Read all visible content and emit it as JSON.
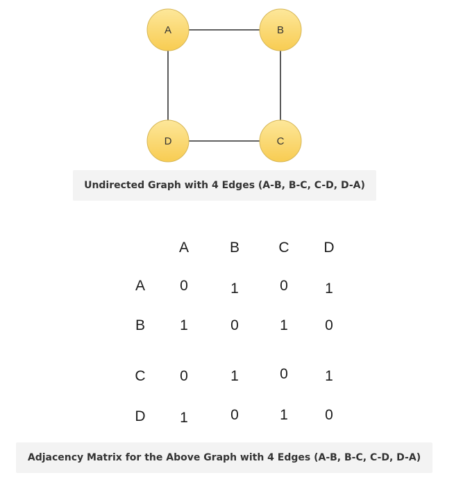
{
  "graph": {
    "nodes": [
      {
        "id": "A",
        "label": "A"
      },
      {
        "id": "B",
        "label": "B"
      },
      {
        "id": "C",
        "label": "C"
      },
      {
        "id": "D",
        "label": "D"
      }
    ],
    "edges": [
      [
        "A",
        "B"
      ],
      [
        "B",
        "C"
      ],
      [
        "C",
        "D"
      ],
      [
        "D",
        "A"
      ]
    ],
    "colors": {
      "node_fill_top": "#fde79a",
      "node_fill_bottom": "#f8cc52",
      "node_stroke": "#d6b656",
      "edge": "#000000"
    },
    "caption": "Undirected Graph with 4 Edges (A-B, B-C, C-D, D-A)"
  },
  "matrix": {
    "col_headers": [
      "A",
      "B",
      "C",
      "D"
    ],
    "row_headers": [
      "A",
      "B",
      "C",
      "D"
    ],
    "rows": [
      [
        "0",
        "1",
        "0",
        "1"
      ],
      [
        "1",
        "0",
        "1",
        "0"
      ],
      [
        "0",
        "1",
        "0",
        "1"
      ],
      [
        "1",
        "0",
        "1",
        "0"
      ]
    ],
    "caption": "Adjacency Matrix for the Above Graph with 4 Edges (A-B, B-C, C-D, D-A)"
  }
}
